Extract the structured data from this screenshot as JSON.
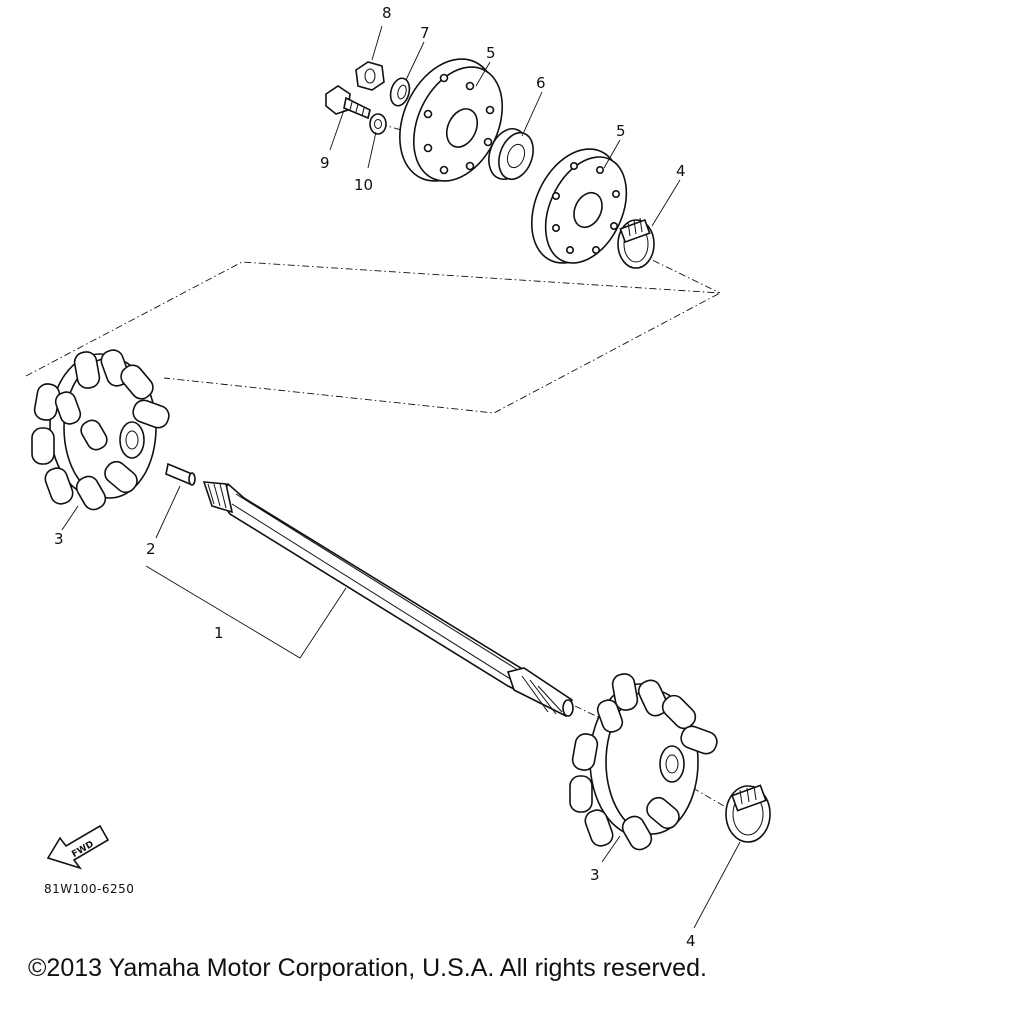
{
  "callouts": {
    "c1": "1",
    "c2": "2",
    "c3a": "3",
    "c3b": "3",
    "c4a": "4",
    "c4b": "4",
    "c5a": "5",
    "c5b": "5",
    "c6": "6",
    "c7": "7",
    "c8": "8",
    "c9": "9",
    "c10": "10"
  },
  "fwd_label": "FWD",
  "figure_code": "81W100-6250",
  "copyright": "©2013 Yamaha Motor Corporation, U.S.A. All rights reserved."
}
